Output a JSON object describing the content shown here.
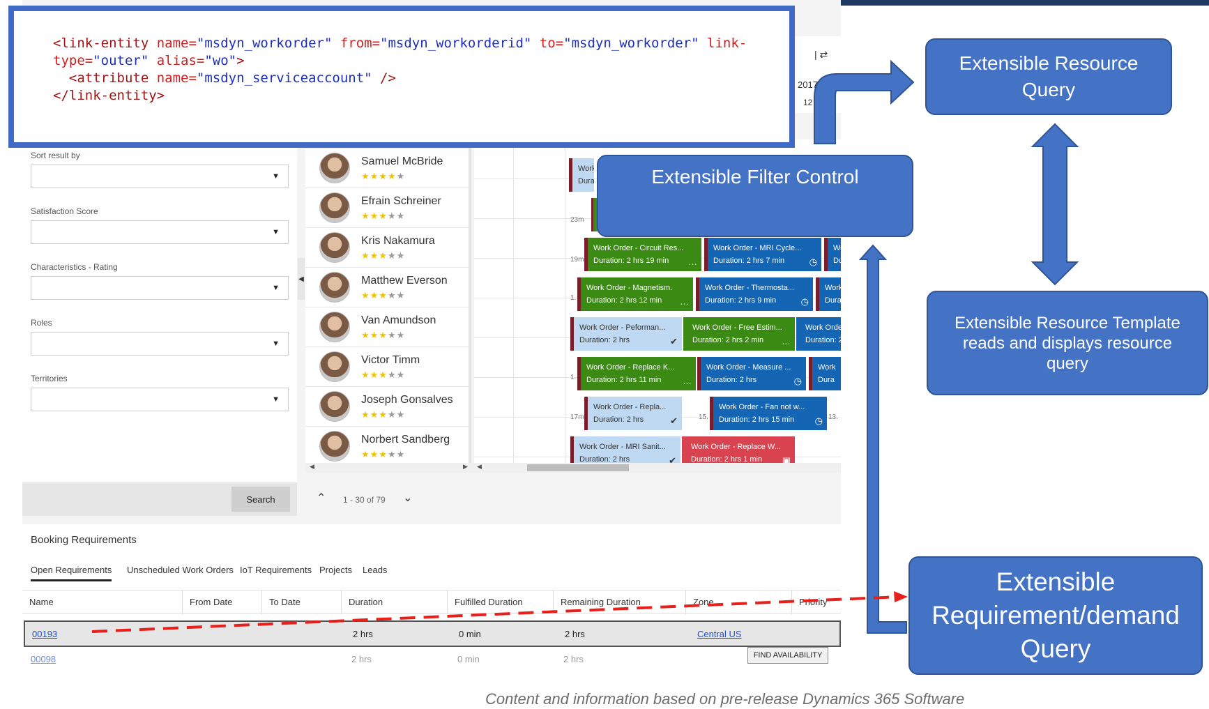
{
  "code": {
    "line1": [
      {
        "t": "<link-entity ",
        "c": "tag"
      },
      {
        "t": "name=",
        "c": "attr"
      },
      {
        "t": "\"msdyn_workorder\" ",
        "c": "val"
      },
      {
        "t": "from=",
        "c": "attr"
      },
      {
        "t": "\"msdyn_workorderid\" ",
        "c": "val"
      },
      {
        "t": "to=",
        "c": "attr"
      },
      {
        "t": "\"msdyn_workorder\" ",
        "c": "val"
      },
      {
        "t": "link-",
        "c": "attr"
      }
    ],
    "line2": [
      {
        "t": "type=",
        "c": "attr"
      },
      {
        "t": "\"outer\" ",
        "c": "val"
      },
      {
        "t": "alias=",
        "c": "attr"
      },
      {
        "t": "\"wo\"",
        "c": "val"
      },
      {
        "t": ">",
        "c": "tag"
      }
    ],
    "line3": [
      {
        "t": "  <attribute ",
        "c": "tag"
      },
      {
        "t": "name=",
        "c": "attr"
      },
      {
        "t": "\"msdyn_serviceaccount\" ",
        "c": "val"
      },
      {
        "t": "/>",
        "c": "tag"
      }
    ],
    "line4": [
      {
        "t": "</link-entity>",
        "c": "tag"
      }
    ]
  },
  "callouts": {
    "resource_query": [
      "Extensible Resource",
      "Query"
    ],
    "filter_control": [
      "Extensible Filter Control"
    ],
    "resource_template": [
      "Extensible Resource Template",
      "reads and displays resource",
      "query"
    ],
    "requirement_query": [
      "Extensible",
      "Requirement/demand",
      "Query"
    ]
  },
  "filters": [
    {
      "label": "Sort result by"
    },
    {
      "label": "Satisfaction Score"
    },
    {
      "label": "Characteristics - Rating"
    },
    {
      "label": "Roles"
    },
    {
      "label": "Territories"
    }
  ],
  "search_label": "Search",
  "timeline": {
    "year": "2017",
    "day": "12"
  },
  "resources": [
    {
      "name": "Samuel McBride",
      "rating": 4
    },
    {
      "name": "Efrain Schreiner",
      "rating": 3
    },
    {
      "name": "Kris Nakamura",
      "rating": 3
    },
    {
      "name": "Matthew Everson",
      "rating": 3
    },
    {
      "name": "Van Amundson",
      "rating": 3
    },
    {
      "name": "Victor Timm",
      "rating": 3
    },
    {
      "name": "Joseph Gonsalves",
      "rating": 3
    },
    {
      "name": "Norbert Sandberg",
      "rating": 3
    }
  ],
  "bookings": [
    {
      "title": "Work Order - Circuit Res...",
      "duration": "Duration: 2 hrs 19 min",
      "style": "green",
      "icon": "..."
    },
    {
      "title": "Work Order - MRI Cycle...",
      "duration": "Duration: 2 hrs 7 min",
      "style": "blue",
      "icon": "clock"
    },
    {
      "title": "Work Order - Magnetism.",
      "duration": "Duration: 2 hrs 12 min",
      "style": "green",
      "icon": "..."
    },
    {
      "title": "Work Order - Thermosta...",
      "duration": "Duration: 2 hrs 9 min",
      "style": "blue",
      "icon": "clock"
    },
    {
      "title": "Work Order - Peforman...",
      "duration": "Duration: 2 hrs",
      "style": "light",
      "icon": "check"
    },
    {
      "title": "Work Order - Free Estim...",
      "duration": "Duration: 2 hrs 2 min",
      "style": "green",
      "icon": "..."
    },
    {
      "title": "Work Order - Replace K...",
      "duration": "Duration: 2 hrs 11 min",
      "style": "green",
      "icon": "..."
    },
    {
      "title": "Work Order - Measure ...",
      "duration": "Duration: 2 hrs",
      "style": "blue",
      "icon": "clock"
    },
    {
      "title": "Work Order - Repla...",
      "duration": "Duration: 2 hrs",
      "style": "light",
      "icon": "check"
    },
    {
      "title": "Work Order - Fan not w...",
      "duration": "Duration: 2 hrs 15 min",
      "style": "blue",
      "icon": "clock"
    },
    {
      "title": "Work Order - MRI Sanit...",
      "duration": "Duration: 2 hrs",
      "style": "light",
      "icon": "check"
    },
    {
      "title": "Work Order - Replace W...",
      "duration": "Duration: 2 hrs 1 min",
      "style": "red",
      "icon": "bag"
    }
  ],
  "partial_blocks": {
    "wo_short": "Work",
    "wo_orde": "Work Orde",
    "dura": "Dura",
    "du": "Du",
    "wo": "Wo",
    "duratio": "Duration: 2",
    "n23m": "23m",
    "n19m": "19m",
    "n17m": "17m",
    "n15": "15.",
    "n13": "13.",
    "n1": "1."
  },
  "pager": {
    "range": "1 - 30 of 79"
  },
  "booking_requirements": {
    "title": "Booking Requirements",
    "tabs": [
      "Open Requirements",
      "Unscheduled Work Orders",
      "IoT Requirements",
      "Projects",
      "Leads"
    ],
    "columns": [
      "Name",
      "From Date",
      "To Date",
      "Duration",
      "Fulfilled Duration",
      "Remaining Duration",
      "Zone",
      "Priority"
    ],
    "rows": [
      {
        "name": "00193",
        "duration": "2 hrs",
        "fulfilled": "0 min",
        "remaining": "2 hrs",
        "zone": "Central US"
      },
      {
        "name": "00098",
        "duration": "2 hrs",
        "fulfilled": "0 min",
        "remaining": "2 hrs",
        "zone": ""
      }
    ],
    "find_availability": "FIND AVAILABILITY"
  },
  "footnote": "Content and information based on pre-release Dynamics 365 Software",
  "colors": {
    "callout_fill": "#4472c4",
    "callout_border": "#2f5597",
    "arrow": "#4472c4",
    "dash": "#e8201b",
    "link": "#1d4fd1"
  }
}
